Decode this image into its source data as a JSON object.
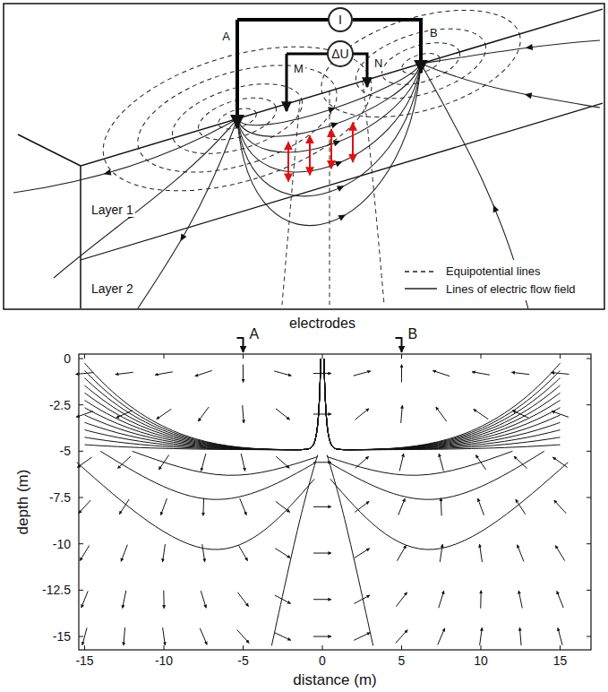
{
  "diagram": {
    "nodes": [
      {
        "text": [
          "I"
        ]
      },
      {
        "text": [
          "ΔU"
        ]
      }
    ],
    "labels": [
      "A",
      "B",
      "M",
      "N",
      "Layer 1",
      "Layer 2",
      "electrodes",
      "A",
      "B",
      "depth (m)",
      "distance (m)",
      "0",
      "-2.5",
      "-5",
      "-7.5",
      "-10",
      "-12.5",
      "-15",
      "-15",
      "-10",
      "-5",
      "0",
      "5",
      "10",
      "15"
    ],
    "legend": [
      {
        "text": "Equipotential lines"
      },
      {
        "text": "Lines of electric flow field"
      }
    ]
  }
}
